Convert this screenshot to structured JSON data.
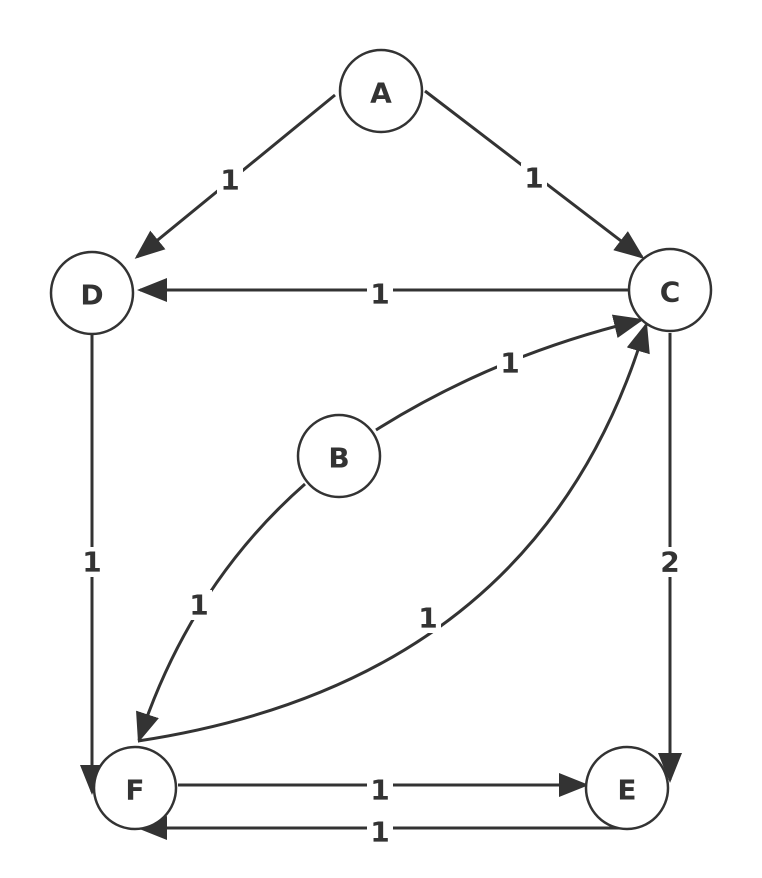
{
  "nodes": {
    "A": "A",
    "B": "B",
    "C": "C",
    "D": "D",
    "E": "E",
    "F": "F"
  },
  "edges": [
    {
      "from": "A",
      "to": "D",
      "weight": "1"
    },
    {
      "from": "A",
      "to": "C",
      "weight": "1"
    },
    {
      "from": "C",
      "to": "D",
      "weight": "1"
    },
    {
      "from": "B",
      "to": "C",
      "weight": "1"
    },
    {
      "from": "B",
      "to": "F",
      "weight": "1"
    },
    {
      "from": "F",
      "to": "C",
      "weight": "1"
    },
    {
      "from": "D",
      "to": "F",
      "weight": "1"
    },
    {
      "from": "C",
      "to": "E",
      "weight": "2"
    },
    {
      "from": "F",
      "to": "E",
      "weight": "1"
    },
    {
      "from": "E",
      "to": "F",
      "weight": "1"
    }
  ]
}
